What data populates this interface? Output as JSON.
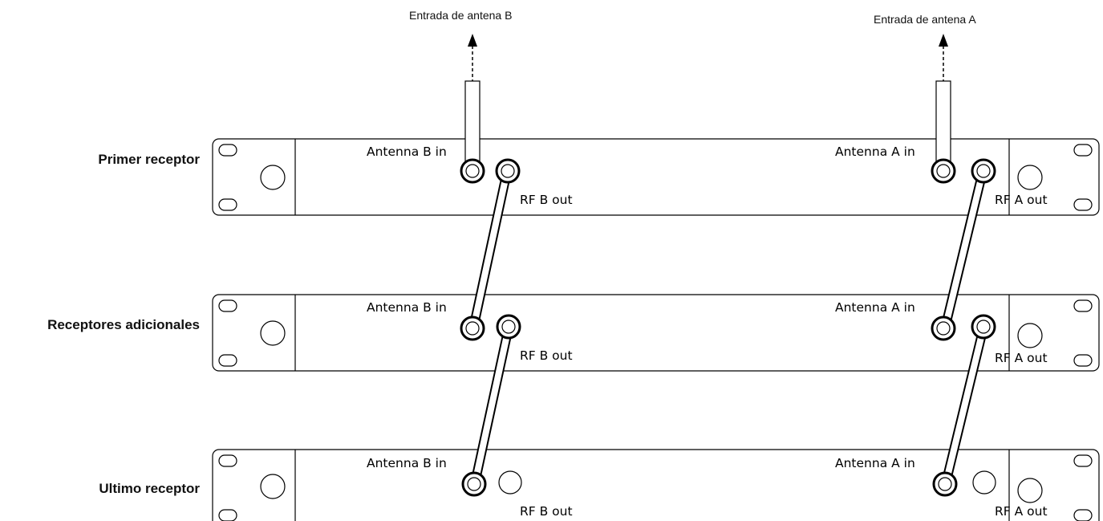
{
  "top_labels": {
    "antenna_b_input": "Entrada de antena B",
    "antenna_a_input": "Entrada de antena A"
  },
  "rows": [
    {
      "label": "Primer receptor",
      "antenna_b_in": "Antenna B in",
      "rf_b_out": "RF B out",
      "antenna_a_in": "Antenna A in",
      "rf_a_out": "RF A out"
    },
    {
      "label": "Receptores adicionales",
      "antenna_b_in": "Antenna B in",
      "rf_b_out": "RF B out",
      "antenna_a_in": "Antenna A in",
      "rf_a_out": "RF A out"
    },
    {
      "label": "Ultimo receptor",
      "antenna_b_in": "Antenna B in",
      "rf_b_out": "RF B out",
      "antenna_a_in": "Antenna A in",
      "rf_a_out": "RF A out"
    }
  ]
}
